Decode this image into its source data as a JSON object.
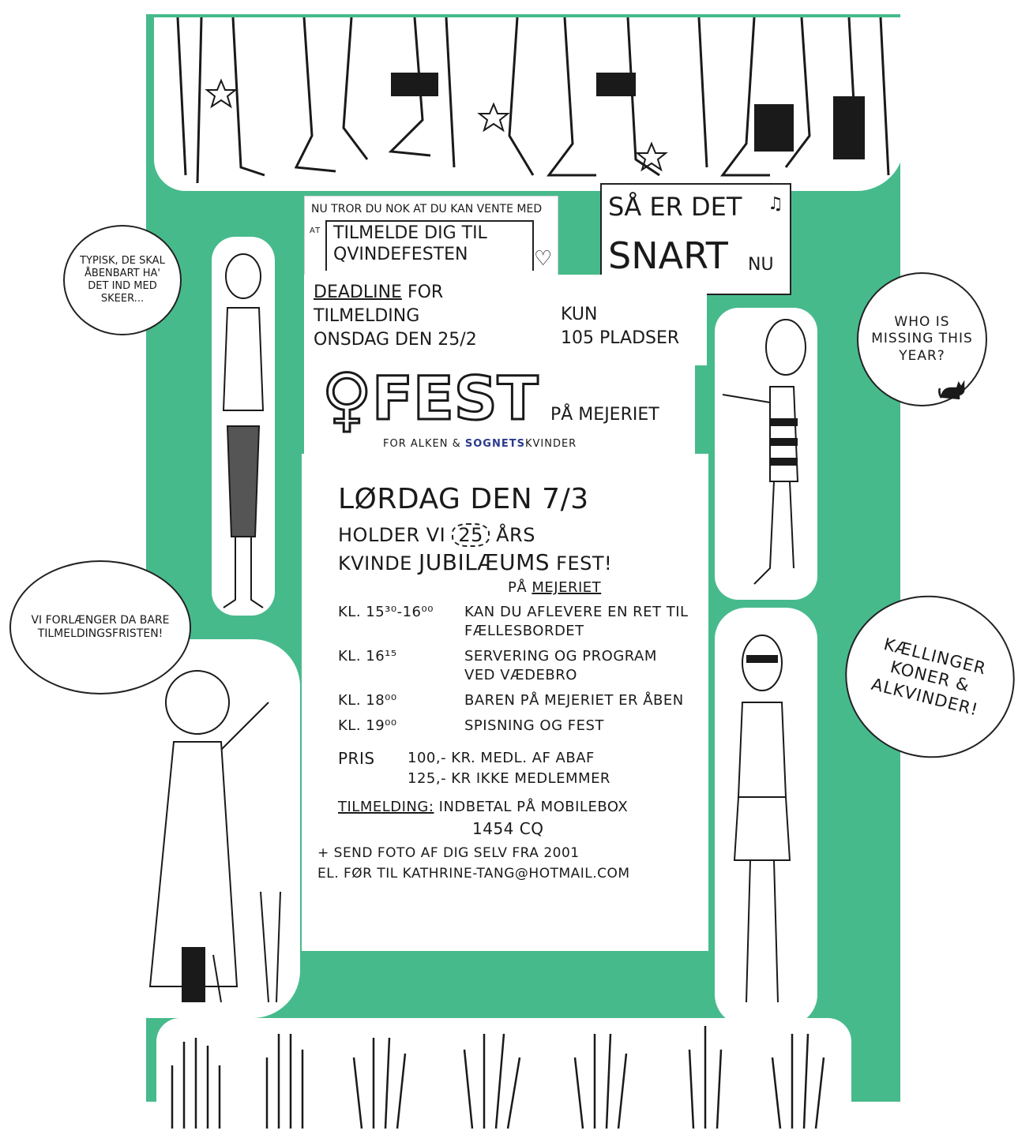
{
  "colors": {
    "panel_green": "#47ba8c",
    "ink": "#1a1a1a",
    "accent_blue": "#2b3a8f"
  },
  "notice": {
    "line1": "NU TROR DU NOK AT DU KAN VENTE MED",
    "at": "AT",
    "boxed1": "TILMELDE DIG TIL",
    "boxed2": "QVINDEFESTEN",
    "heart_icon": "heart"
  },
  "snart": {
    "line1": "SÅ ER DET",
    "line2": "SNART",
    "nu": "NU",
    "note_icon": "music-note"
  },
  "deadline": {
    "underlined": "DEADLINE",
    "rest1": "FOR",
    "line2": "TILMELDING",
    "line3": "ONSDAG DEN 25/2"
  },
  "seats": {
    "line1": "KUN",
    "line2": "105 PLADSER"
  },
  "title": {
    "symbol": "♀",
    "word": "FEST",
    "sub": "PÅ MEJERIET",
    "tag_pre": "FOR ALKEN &",
    "tag_blue": "SOGNETS",
    "tag_post": "KVINDER"
  },
  "main": {
    "date": "LØRDAG DEN 7/3",
    "line2_pre": "HOLDER VI",
    "badge": "25",
    "line2_post": "ÅRS",
    "line3_pre": "KVINDE",
    "line3_big": "JUBILÆUMS",
    "line3_post": "FEST!",
    "location_pre": "PÅ",
    "location": "MEJERIET",
    "schedule": [
      {
        "time": "KL. 15³⁰-16⁰⁰",
        "desc": "KAN DU AFLEVERE EN RET TIL FÆLLESBORDET"
      },
      {
        "time": "KL. 16¹⁵",
        "desc": "SERVERING OG PROGRAM VED VÆDEBRO"
      },
      {
        "time": "KL. 18⁰⁰",
        "desc": "BAREN PÅ MEJERIET ER ÅBEN"
      },
      {
        "time": "KL. 19⁰⁰",
        "desc": "SPISNING OG FEST"
      }
    ],
    "price_label": "PRIS",
    "price1": "100,- KR. MEDL. AF ABAF",
    "price2": "125,- KR IKKE MEDLEMMER",
    "signup_label": "TILMELDING:",
    "signup_text": "INDBETAL PÅ MOBILEBOX",
    "mobilebox": "1454 CQ",
    "photo1": "+ SEND FOTO AF DIG SELV FRA 2001",
    "photo2": "EL. FØR TIL KATHRINE-TANG@HOTMAIL.COM"
  },
  "bubbles": {
    "typisk": "TYPISK, DE SKAL ÅBENBART HA' DET IND MED SKEER...",
    "who": "WHO IS MISSING THIS YEAR?",
    "forlaenger": "VI FORLÆNGER DA BARE TILMELDINGSFRISTEN!",
    "kaellinger": "KÆLLINGER KONER & ALKVINDER!"
  }
}
